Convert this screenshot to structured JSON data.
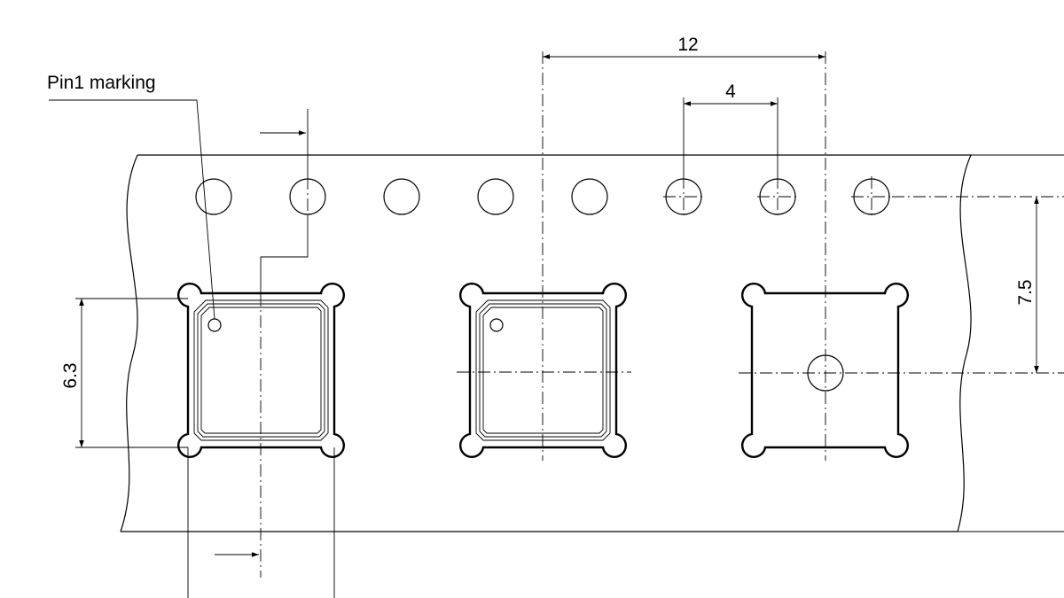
{
  "labels": {
    "pin1_marking": "Pin1 marking",
    "pocket_pitch": "12",
    "sprocket_pitch": "4",
    "hole_to_center": "7.5",
    "pocket_size": "6.3"
  }
}
